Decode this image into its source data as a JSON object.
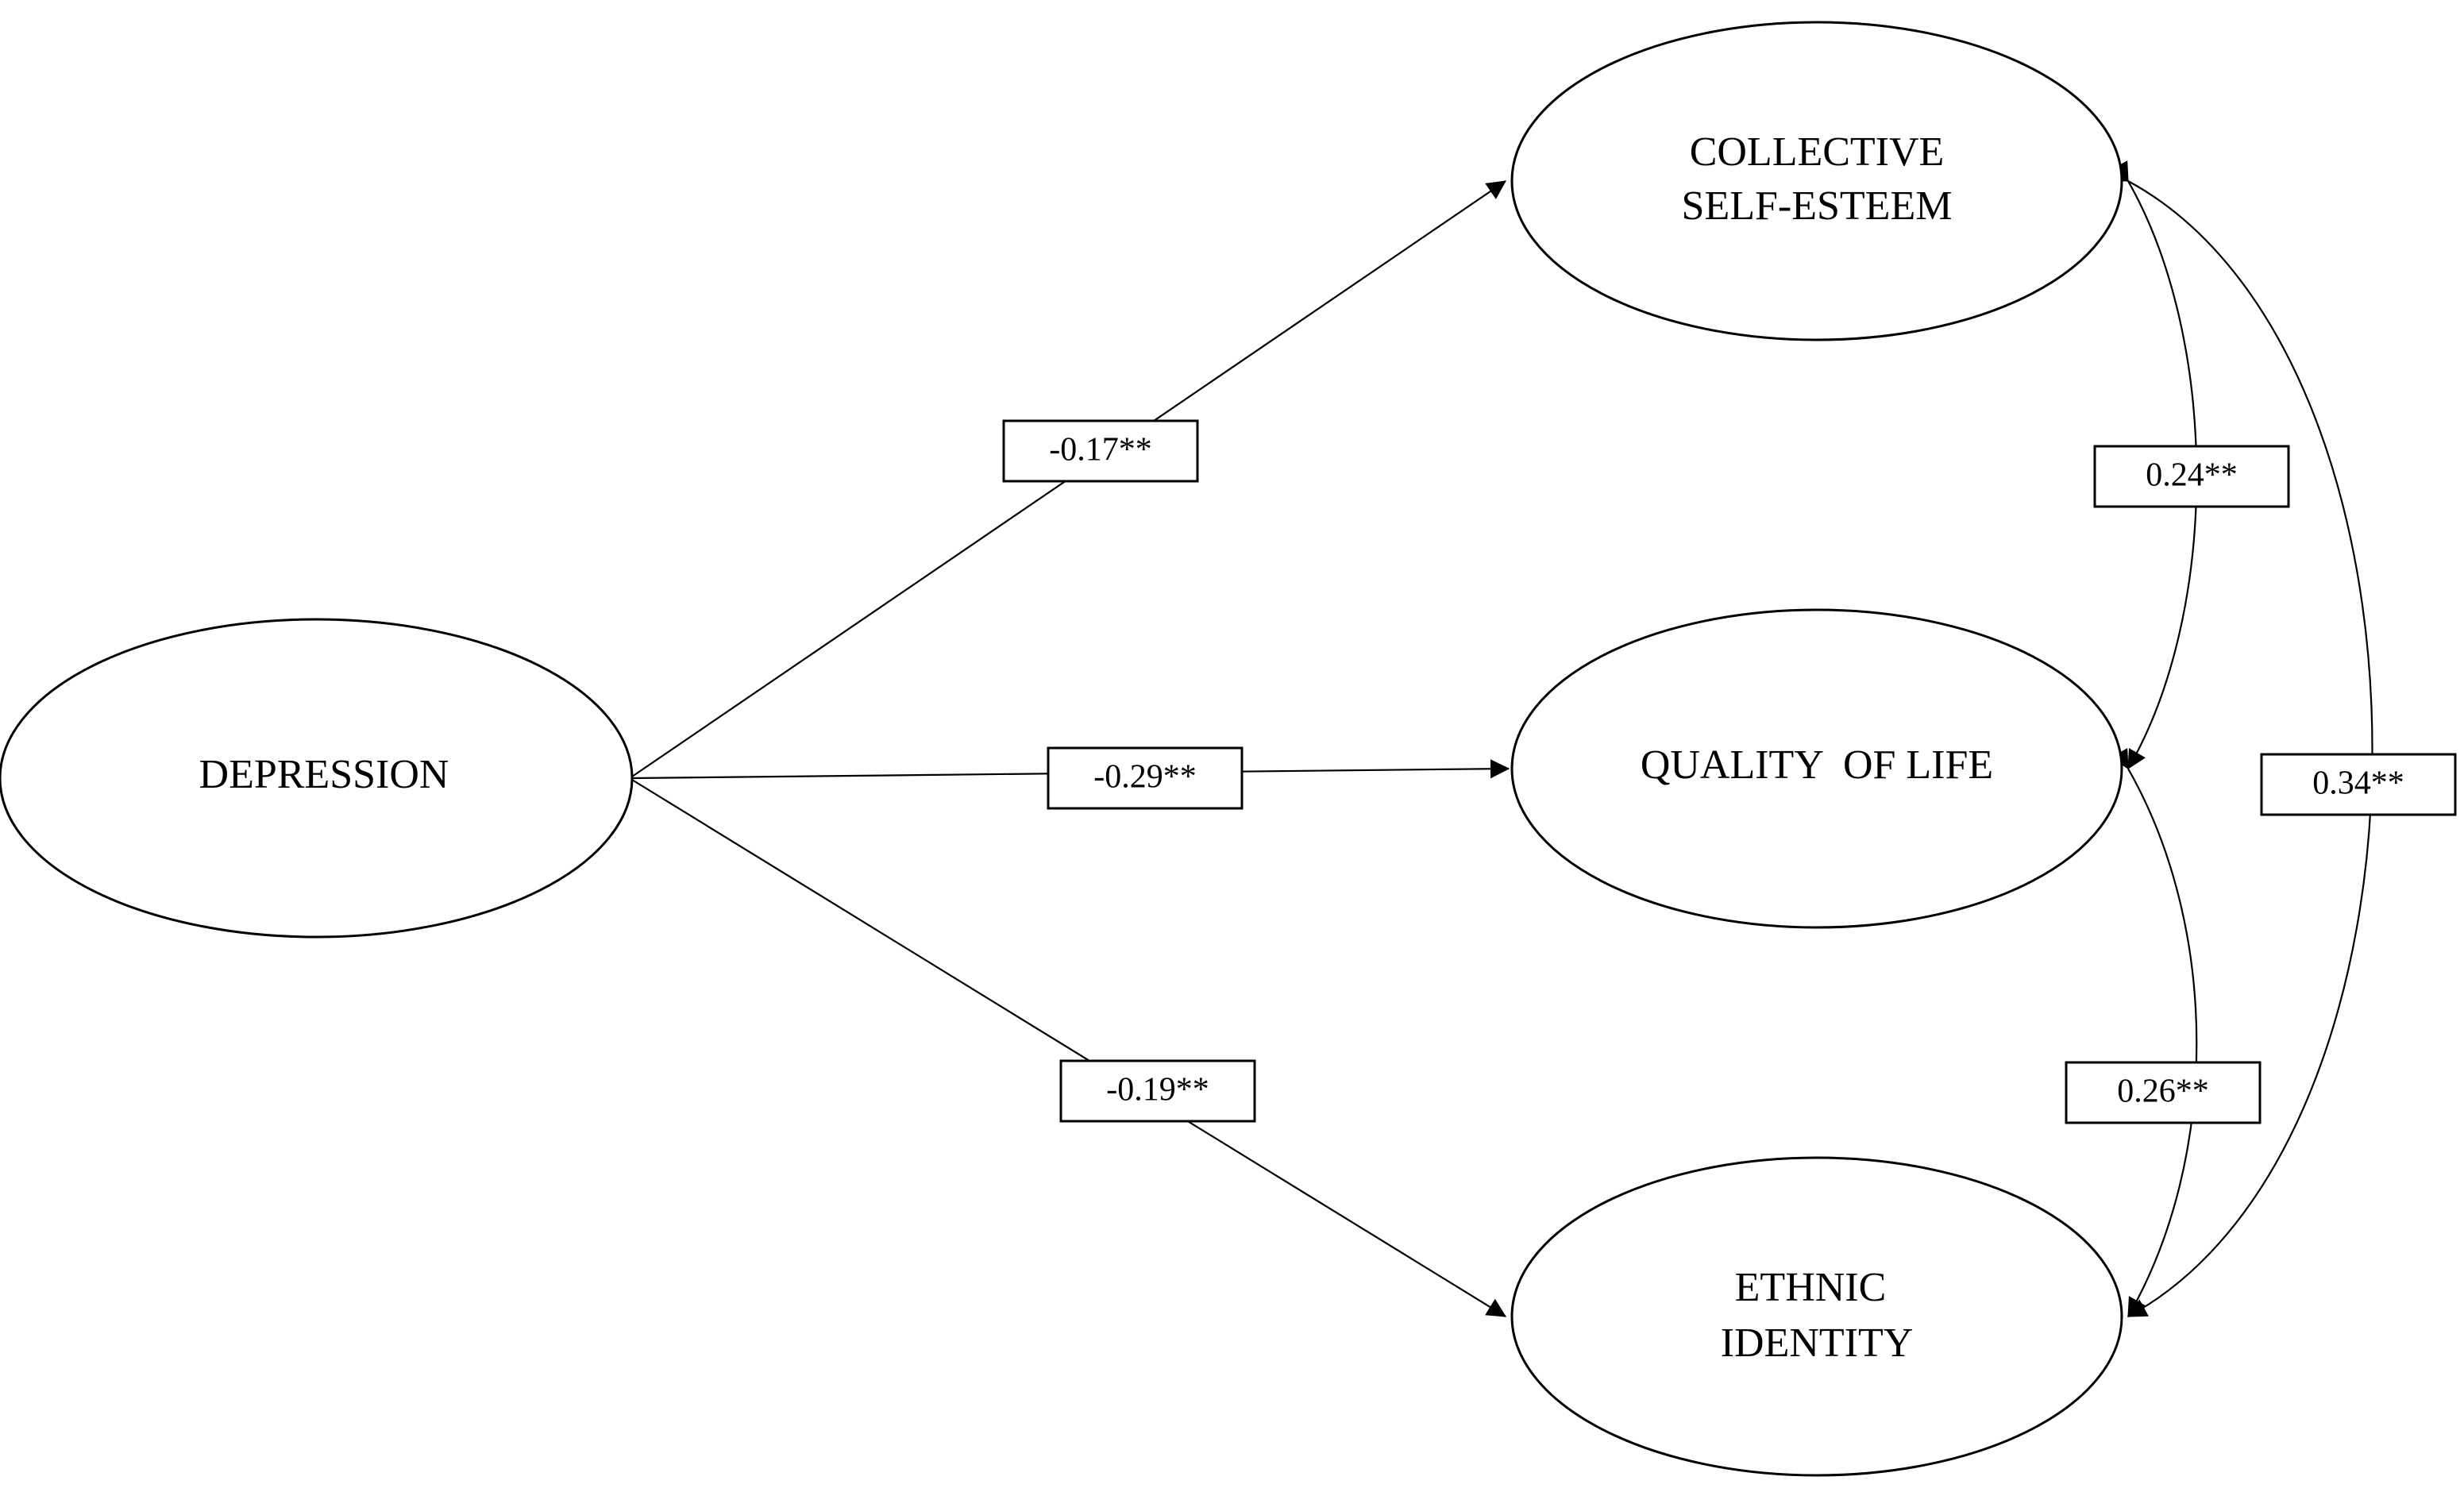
{
  "nodes": {
    "depression": {
      "label": "DEPRESSION"
    },
    "collective_self_esteem": {
      "label_line1": "COLLECTIVE",
      "label_line2": "SELF-ESTEEM"
    },
    "quality_of_life": {
      "label": "QUALITY  OF LIFE"
    },
    "ethnic_identity": {
      "label_line1": "ETHNIC",
      "label_line2": "IDENTITY"
    }
  },
  "paths": {
    "depression_to_collective_self_esteem": "-0.17**",
    "depression_to_quality_of_life": "-0.29**",
    "depression_to_ethnic_identity": "-0.19**"
  },
  "correlations": {
    "collective_self_esteem_quality_of_life": "0.24**",
    "quality_of_life_ethnic_identity": "0.26**",
    "collective_self_esteem_ethnic_identity": "0.34**"
  }
}
